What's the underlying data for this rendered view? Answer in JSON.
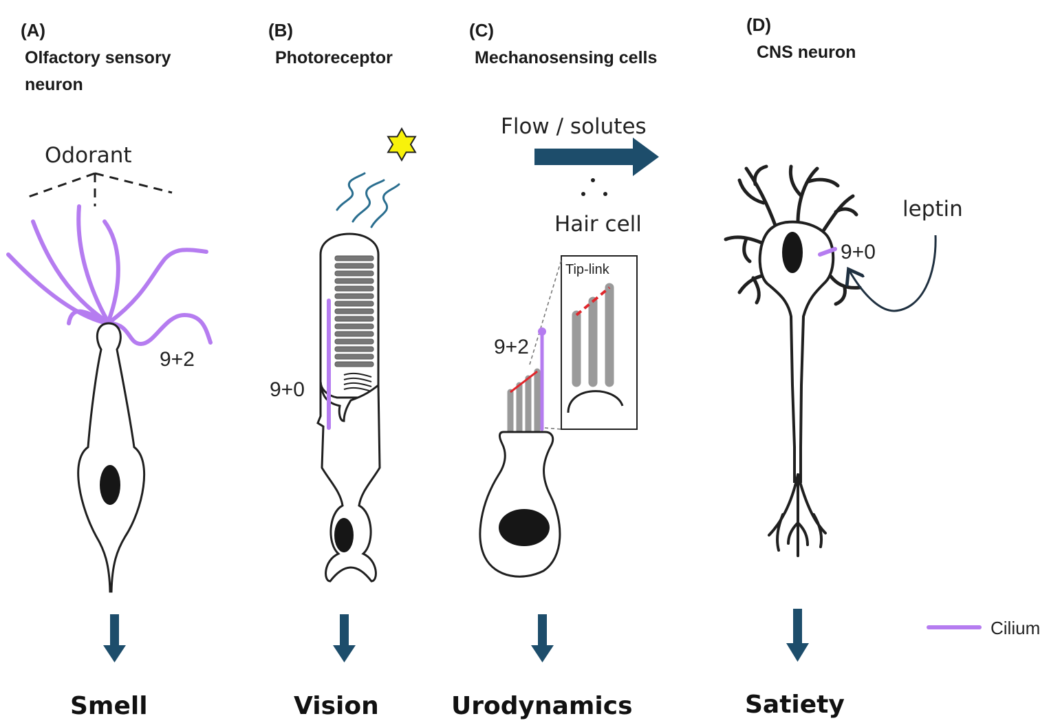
{
  "colors": {
    "cilium": "#b57cf0",
    "arrow": "#1d4d6b",
    "outline": "#1f1f1f",
    "nucleus": "#161616",
    "stereocilia": "#9a9a9a",
    "tip_link": "#e0262b",
    "light": "#f8f20a"
  },
  "panels": [
    {
      "letter": "(A)",
      "title_lines": [
        "Olfactory sensory",
        "neuron"
      ],
      "outcome": "Smell"
    },
    {
      "letter": "(B)",
      "title_lines": [
        "Photoreceptor"
      ],
      "outcome": "Vision"
    },
    {
      "letter": "(C)",
      "title_lines": [
        "Mechanosensing cells"
      ],
      "outcome": "Urodynamics"
    },
    {
      "letter": "(D)",
      "title_lines": [
        "CNS neuron"
      ],
      "outcome": "Satiety"
    }
  ],
  "labels": {
    "odorant": "Odorant",
    "olfactory_cilia_type": "9+2",
    "photoreceptor_cilia_type": "9+0",
    "flow": "Flow / solutes",
    "hair_cell": "Hair cell",
    "tip_link": "Tip-link",
    "hair_cell_cilia_type": "9+2",
    "leptin": "leptin",
    "neuron_cilia_type": "9+0"
  },
  "legend": {
    "label": "Cilium"
  }
}
